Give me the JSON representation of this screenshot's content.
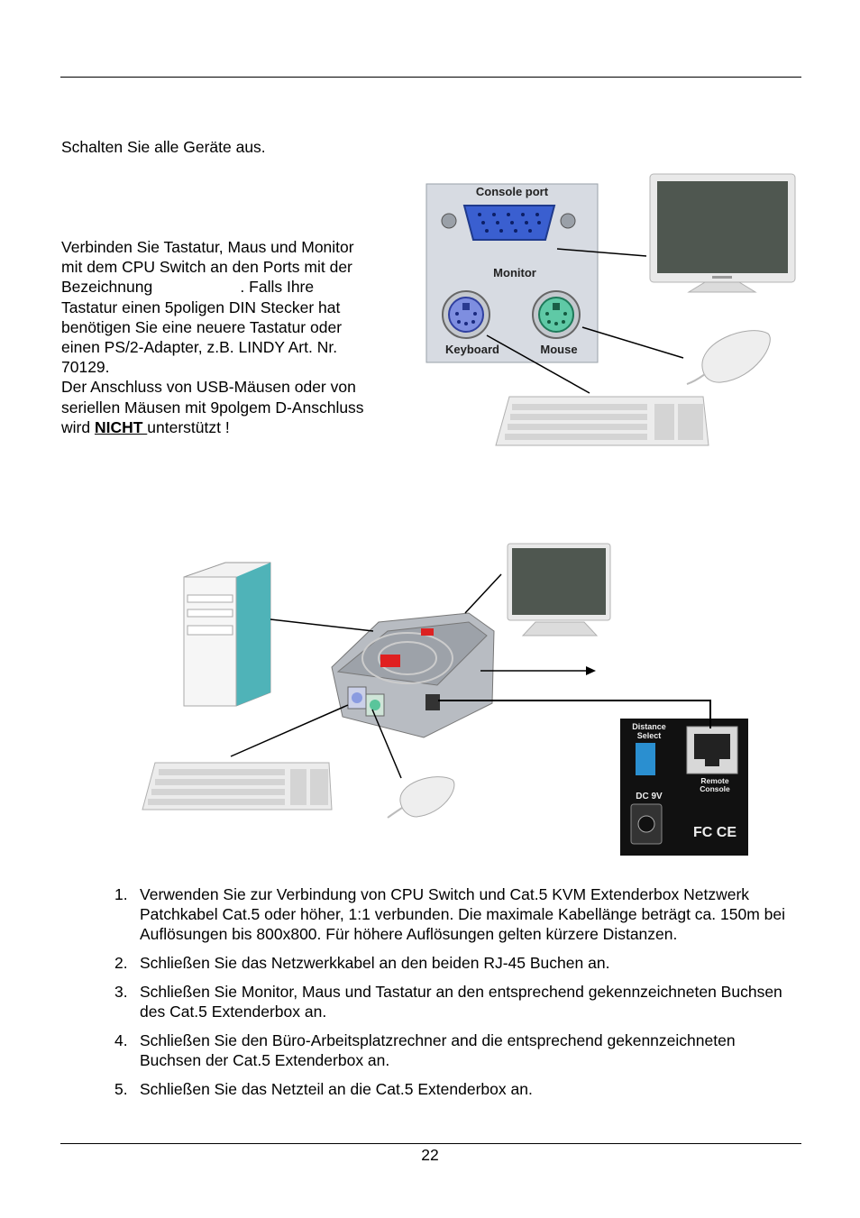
{
  "intro_line": "Schalten Sie alle Geräte aus.",
  "paragraph_lines": [
    "Verbinden Sie Tastatur, Maus und Monitor",
    "mit dem CPU Switch an den Ports mit der",
    "Bezeichnung                    . Falls Ihre",
    "Tastatur einen 5poligen DIN Stecker hat",
    "benötigen Sie eine neuere Tastatur oder",
    "einen PS/2-Adapter, z.B. LINDY Art. Nr.",
    "70129.",
    "Der Anschluss von USB-Mäusen oder von",
    "seriellen Mäusen mit 9polgem D-Anschluss"
  ],
  "paragraph_last_prefix": "wird ",
  "paragraph_last_bold": "NICHT ",
  "paragraph_last_suffix": "unterstützt !",
  "console_panel": {
    "title": "Console port",
    "monitor_label": "Monitor",
    "keyboard_label": "Keyboard",
    "mouse_label": "Mouse"
  },
  "remote_panel": {
    "distance_select": "Distance\nSelect",
    "dc_label": "DC 9V",
    "remote_console": "Remote\nConsole",
    "cert_marks": "FC CE"
  },
  "steps": [
    {
      "n": "1.",
      "text": "Verwenden Sie zur Verbindung von CPU Switch und Cat.5 KVM Extenderbox Netzwerk Patchkabel Cat.5 oder höher, 1:1 verbunden. Die maximale Kabellänge beträgt ca. 150m bei Auflösungen bis 800x800. Für höhere Auflösungen gelten kürzere Distanzen."
    },
    {
      "n": "2.",
      "text": "Schließen Sie das Netzwerkkabel an den beiden RJ-45 Buchen an."
    },
    {
      "n": "3.",
      "text": "Schließen Sie Monitor, Maus und Tastatur an den entsprechend gekennzeichneten Buchsen des Cat.5 Extenderbox an."
    },
    {
      "n": "4.",
      "text": "Schließen Sie den Büro-Arbeitsplatzrechner and die entsprechend gekennzeichneten Buchsen der Cat.5 Extenderbox an."
    },
    {
      "n": "5.",
      "text": "Schließen Sie das Netzteil an die Cat.5 Extenderbox an."
    }
  ],
  "page_number": "22"
}
